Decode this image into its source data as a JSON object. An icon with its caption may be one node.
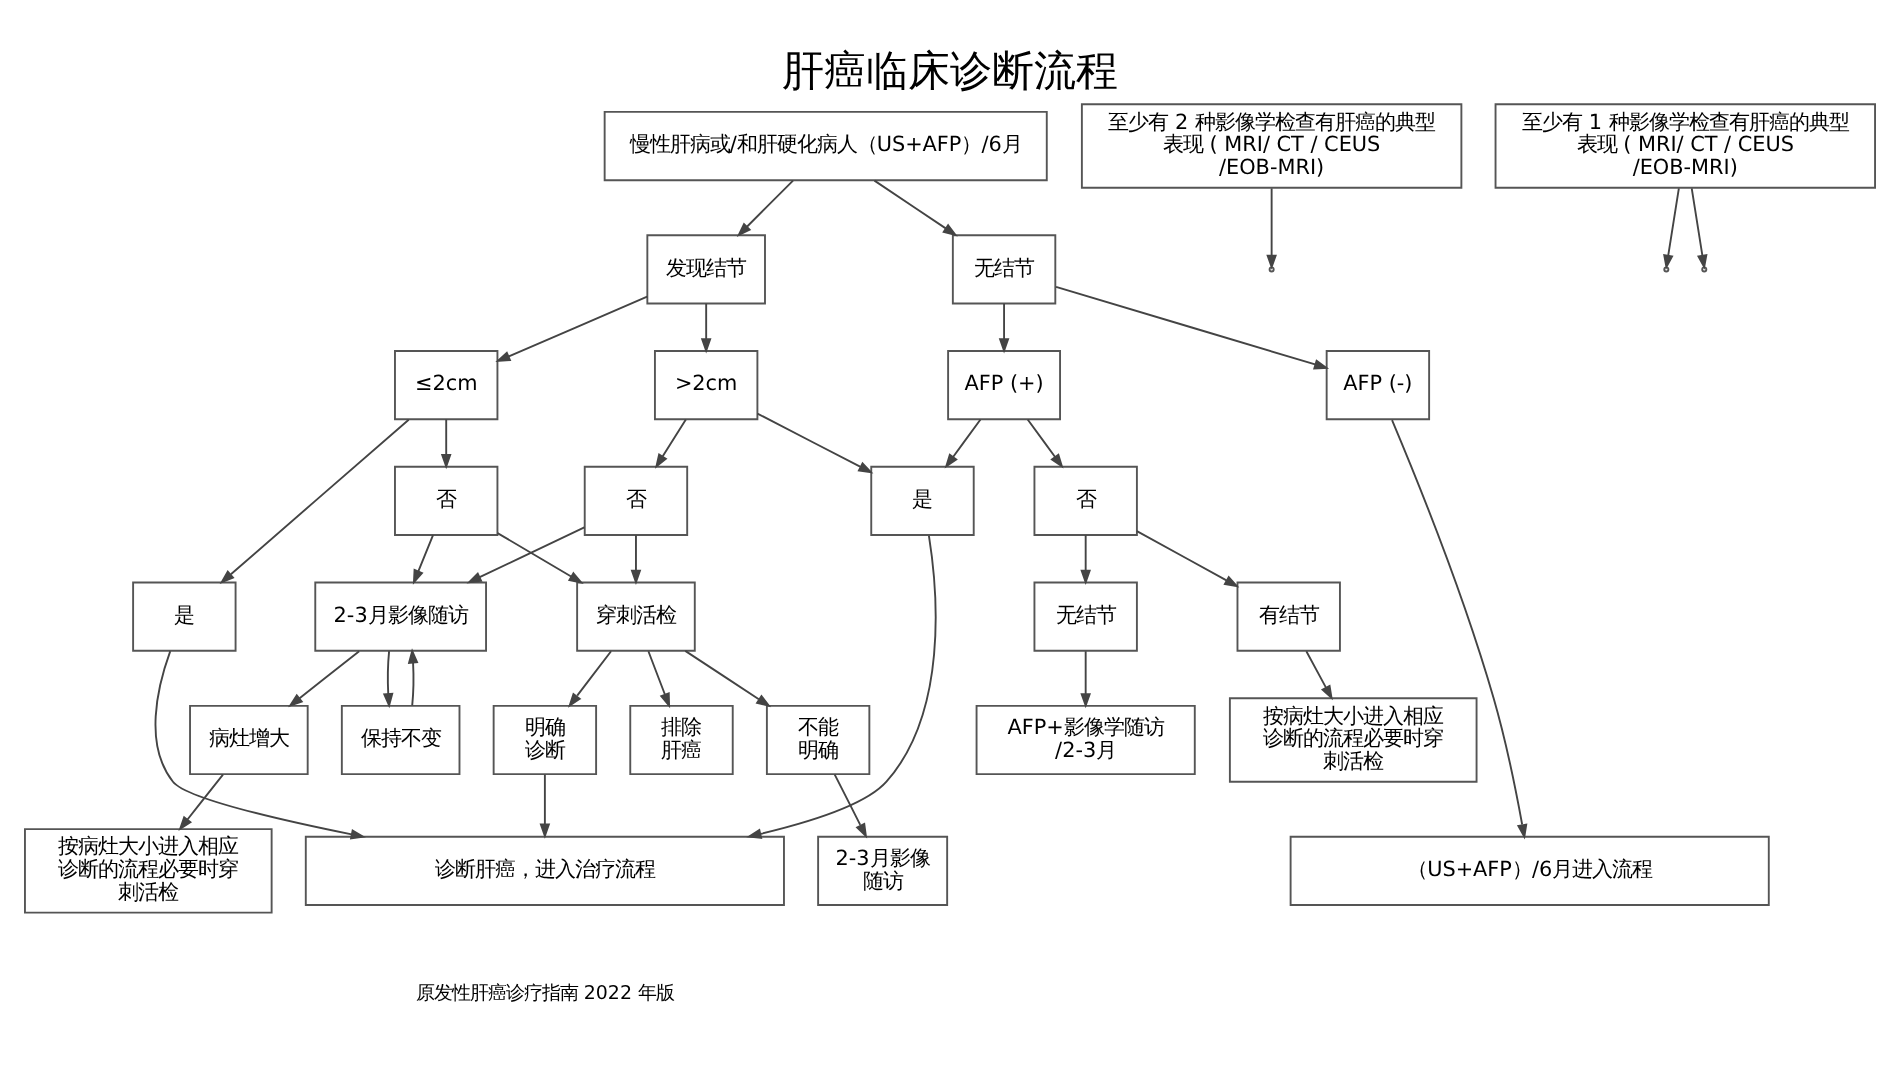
{
  "diagram": {
    "title": "肝癌临床诊断流程",
    "nodes": [
      {
        "text": [
          "慢性肝病或/和肝硬化病人（US+AFP）/6月"
        ]
      },
      {
        "text": [
          "发现结节"
        ]
      },
      {
        "text": [
          "无结节"
        ]
      },
      {
        "text": [
          "≤2cm"
        ]
      },
      {
        "text": [
          ">2cm"
        ]
      },
      {
        "text": [
          "AFP (+)"
        ]
      },
      {
        "text": [
          "AFP (-)"
        ]
      },
      {
        "text": [
          "至少有 2 种影像学检查有肝癌的典型表现 ( MRI/ CT / CEUS /EOB-MRI)"
        ]
      },
      {
        "text": [
          "至少有 1 种影像学检查有肝癌的典型表现 ( MRI/ CT / CEUS /EOB-MRI)"
        ]
      },
      {
        "text": [
          "是"
        ]
      },
      {
        "text": [
          "否"
        ]
      },
      {
        "text": [
          "否"
        ]
      },
      {
        "text": [
          "是"
        ]
      },
      {
        "text": [
          "否"
        ]
      },
      {
        "text": [
          "2-3月影像随访"
        ]
      },
      {
        "text": [
          "穿刺活检"
        ]
      },
      {
        "text": [
          "保持不变"
        ]
      },
      {
        "text": [
          "病灶增大"
        ]
      },
      {
        "text": [
          "排除肝癌"
        ]
      },
      {
        "text": [
          "明确诊断"
        ]
      },
      {
        "text": [
          "不能明确"
        ]
      },
      {
        "text": [
          "有结节"
        ]
      },
      {
        "text": [
          "无结节"
        ]
      },
      {
        "text": [
          "按病灶大小进入相应诊断的流程必要时穿刺活检"
        ]
      },
      {
        "text": [
          "2-3月影像随访"
        ]
      },
      {
        "text": [
          "按病灶大小进入相应诊断的流程必要时穿刺活检"
        ]
      },
      {
        "text": [
          "AFP+影像学随访/2-3月"
        ]
      },
      {
        "text": [
          "诊断肝癌，进入治疗流程"
        ]
      },
      {
        "text": [
          "（US+AFP）/6月进入流程"
        ]
      }
    ],
    "edges": [
      {
        "from": 0,
        "to": 1,
        "arrow": "to"
      },
      {
        "from": 0,
        "to": 2,
        "arrow": "to"
      },
      {
        "from": 1,
        "to": 3,
        "arrow": "to"
      },
      {
        "from": 1,
        "to": 4,
        "arrow": "to"
      },
      {
        "from": 2,
        "to": 5,
        "arrow": "to"
      },
      {
        "from": 2,
        "to": 6,
        "arrow": "to"
      },
      {
        "from": 7,
        "to": null,
        "arrow": "to"
      },
      {
        "from": 8,
        "to": null,
        "arrow": "to"
      },
      {
        "from": 8,
        "to": null,
        "arrow": "to"
      },
      {
        "from": 3,
        "to": 9,
        "arrow": "to"
      },
      {
        "from": 3,
        "to": 10,
        "arrow": "to"
      },
      {
        "from": 4,
        "to": 11,
        "arrow": "to"
      },
      {
        "from": 4,
        "to": 12,
        "arrow": "to"
      },
      {
        "from": 5,
        "to": 12,
        "arrow": "to"
      },
      {
        "from": 5,
        "to": 13,
        "arrow": "to"
      },
      {
        "from": 10,
        "to": 14,
        "arrow": "to"
      },
      {
        "from": 10,
        "to": 15,
        "arrow": "to"
      },
      {
        "from": 11,
        "to": 14,
        "arrow": "to"
      },
      {
        "from": 11,
        "to": 15,
        "arrow": "to"
      },
      {
        "from": 14,
        "to": 16,
        "arrow": "to"
      },
      {
        "from": 14,
        "to": 17,
        "arrow": "to"
      },
      {
        "from": 16,
        "to": 14,
        "arrow": "to"
      },
      {
        "from": 17,
        "to": 23,
        "arrow": "to"
      },
      {
        "from": 15,
        "to": 18,
        "arrow": "to"
      },
      {
        "from": 15,
        "to": 19,
        "arrow": "to"
      },
      {
        "from": 15,
        "to": 20,
        "arrow": "to"
      },
      {
        "from": 20,
        "to": 24,
        "arrow": "to"
      },
      {
        "from": 13,
        "to": 21,
        "arrow": "to"
      },
      {
        "from": 13,
        "to": 22,
        "arrow": "to"
      },
      {
        "from": 21,
        "to": 25,
        "arrow": "to"
      },
      {
        "from": 22,
        "to": 26,
        "arrow": "to"
      },
      {
        "from": 9,
        "to": 27,
        "arrow": "to"
      },
      {
        "from": 19,
        "to": 27,
        "arrow": "to"
      },
      {
        "from": 12,
        "to": 27,
        "arrow": "to"
      },
      {
        "from": 6,
        "to": 28,
        "arrow": "to"
      }
    ],
    "labels": [
      "原发性肝癌诊疗指南 2022 年版"
    ]
  }
}
